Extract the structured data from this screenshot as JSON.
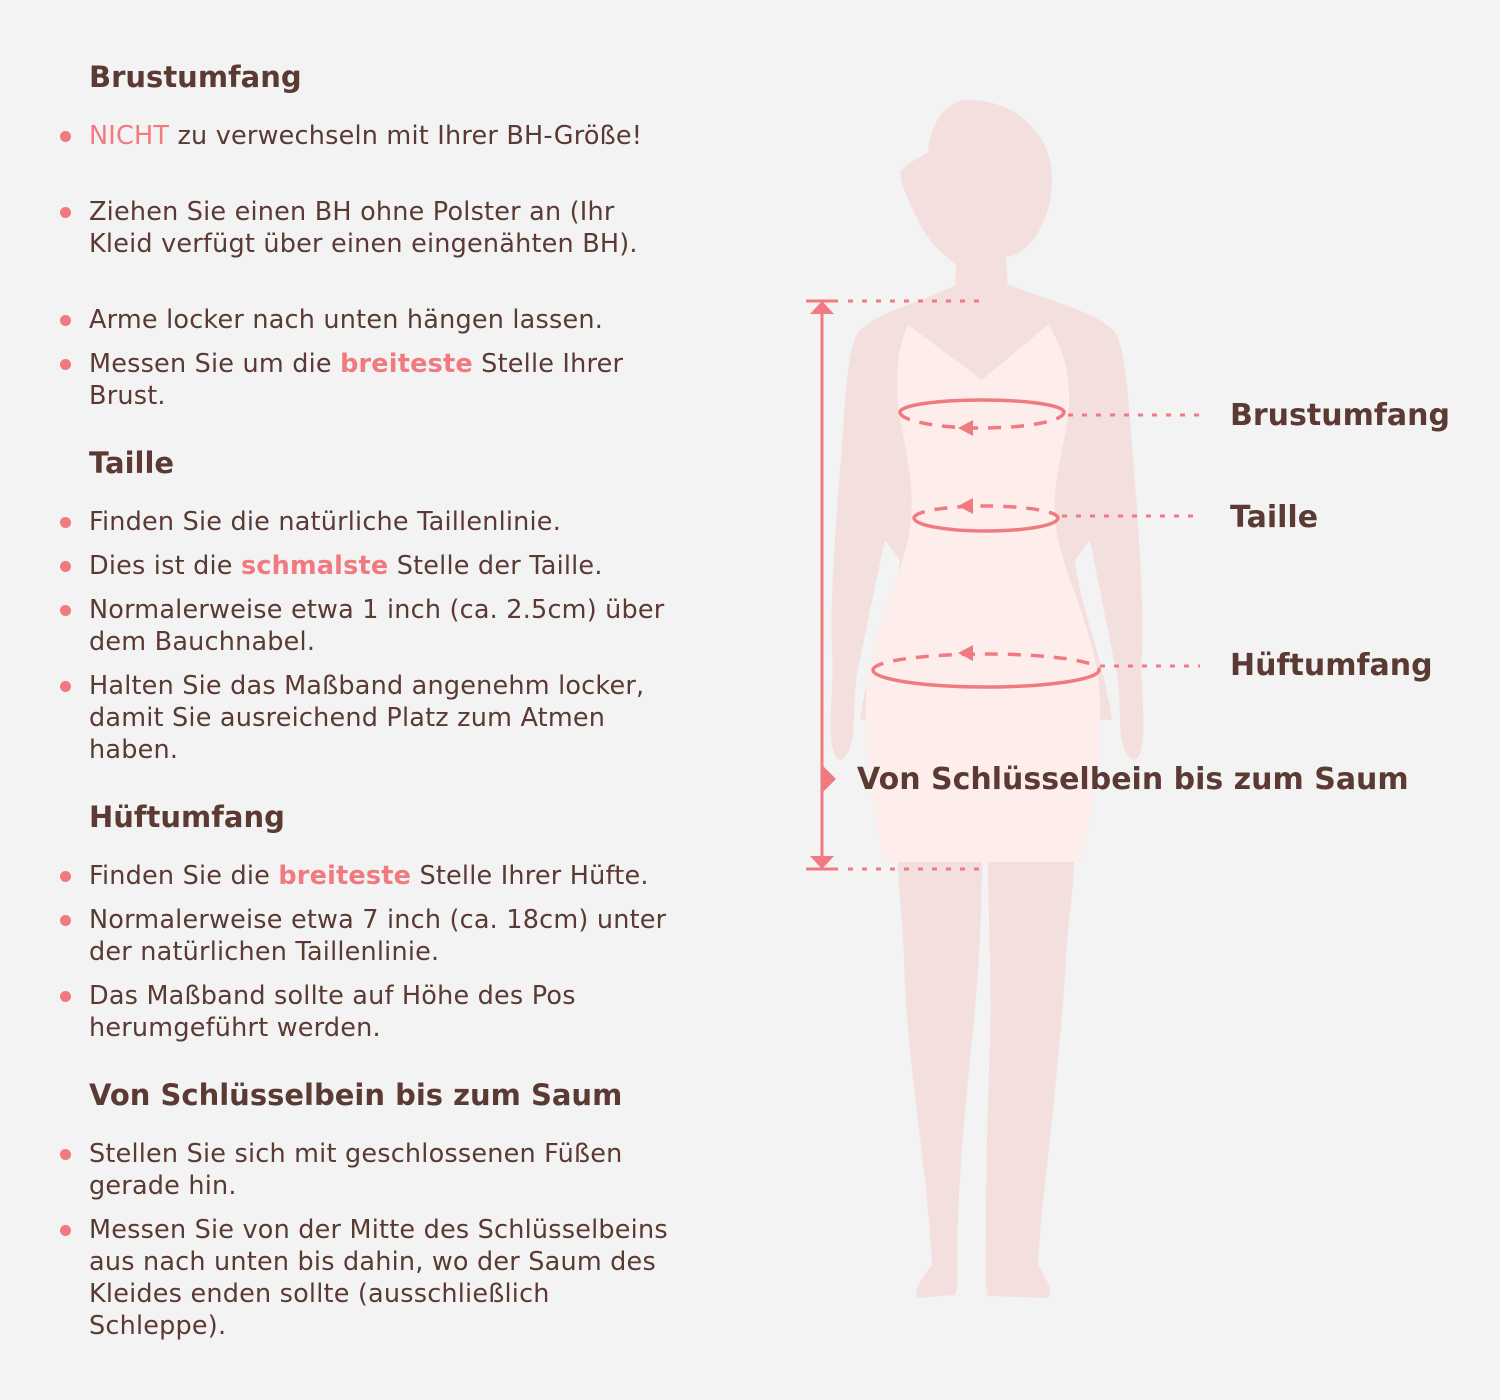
{
  "sections": [
    {
      "title": "Brustumfang",
      "bullets": [
        {
          "parts": [
            {
              "t": "NICHT",
              "hl": "plain"
            },
            {
              "t": " zu verwechseln mit Ihrer BH-Größe!"
            }
          ]
        },
        {
          "parts": [
            {
              "t": "Ziehen Sie einen BH ohne Polster an (Ihr Kleid verfügt über einen eingenähten BH)."
            }
          ]
        },
        {
          "parts": [
            {
              "t": "Arme locker nach unten hängen lassen."
            }
          ]
        },
        {
          "parts": [
            {
              "t": "Messen Sie um die "
            },
            {
              "t": "breiteste",
              "hl": "bold"
            },
            {
              "t": " Stelle Ihrer Brust."
            }
          ]
        }
      ]
    },
    {
      "title": "Taille",
      "bullets": [
        {
          "parts": [
            {
              "t": "Finden Sie die natürliche Taillenlinie."
            }
          ]
        },
        {
          "parts": [
            {
              "t": "Dies ist die "
            },
            {
              "t": "schmalste",
              "hl": "bold"
            },
            {
              "t": " Stelle der Taille."
            }
          ]
        },
        {
          "parts": [
            {
              "t": "Normalerweise etwa 1 inch (ca. 2.5cm) über dem Bauchnabel."
            }
          ]
        },
        {
          "parts": [
            {
              "t": "Halten Sie das Maßband angenehm locker, damit Sie ausreichend Platz zum Atmen haben."
            }
          ]
        }
      ]
    },
    {
      "title": "Hüftumfang",
      "bullets": [
        {
          "parts": [
            {
              "t": "Finden Sie die "
            },
            {
              "t": "breiteste",
              "hl": "bold"
            },
            {
              "t": " Stelle Ihrer Hüfte."
            }
          ]
        },
        {
          "parts": [
            {
              "t": "Normalerweise etwa 7 inch (ca. 18cm) unter der natürlichen Taillenlinie."
            }
          ]
        },
        {
          "parts": [
            {
              "t": "Das Maßband sollte auf Höhe des Pos herumgeführt werden."
            }
          ]
        }
      ]
    },
    {
      "title": "Von Schlüsselbein bis zum Saum",
      "bullets": [
        {
          "parts": [
            {
              "t": "Stellen Sie sich mit geschlossenen Füßen gerade hin."
            }
          ]
        },
        {
          "parts": [
            {
              "t": "Messen Sie von der Mitte des Schlüsselbeins aus nach unten bis dahin, wo der Saum des Kleides enden sollte (ausschließlich Schleppe)."
            }
          ]
        }
      ]
    }
  ],
  "figure": {
    "labels": {
      "bust": "Brustumfang",
      "waist": "Taille",
      "hip": "Hüftumfang",
      "length": "Von Schlüsselbein bis zum Saum"
    },
    "colors": {
      "accent": "#f07a80",
      "text": "#5a3a33",
      "silhouette": "#f3e0de",
      "dress": "#fdeeec",
      "background": "#f3f3f3"
    }
  }
}
